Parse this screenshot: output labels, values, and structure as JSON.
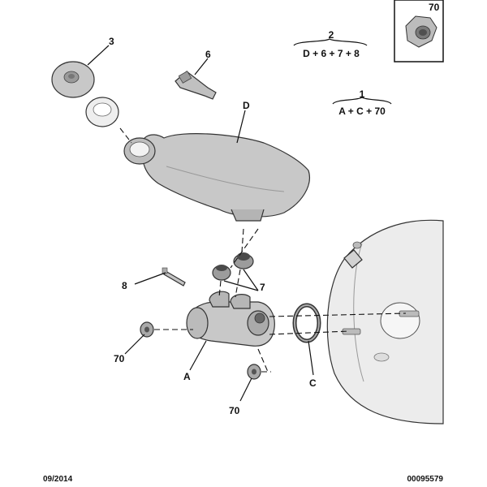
{
  "callouts": {
    "cap": "3",
    "sensor": "6",
    "reservoir": "D",
    "pin": "8",
    "grommets": "7",
    "nut_left": "70",
    "nut_bottom": "70",
    "master_cylinder": "A",
    "seal": "C",
    "nut_inset": "70"
  },
  "groups": [
    {
      "number": "2",
      "formula": "D + 6 + 7 + 8"
    },
    {
      "number": "1",
      "formula": "A + C + 70"
    }
  ],
  "footer": {
    "date": "09/2014",
    "reference": "00095579"
  },
  "colors": {
    "part_fill": "#c8c8c8",
    "part_dark": "#8a8a8a",
    "booster_fill": "#ececec",
    "line": "#111111"
  }
}
